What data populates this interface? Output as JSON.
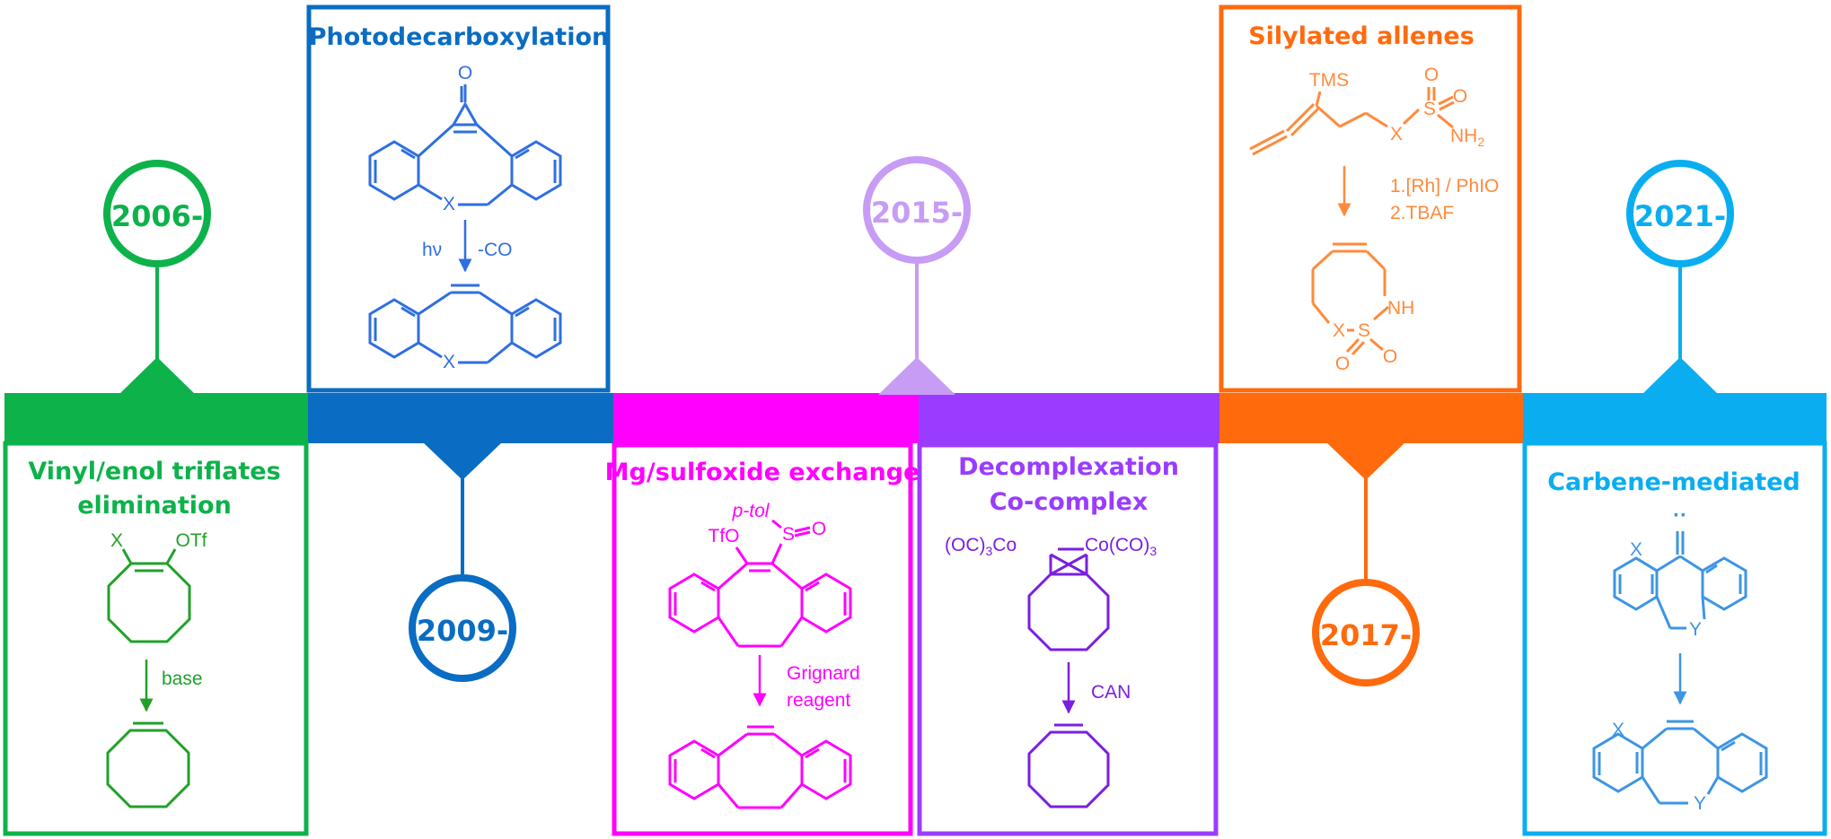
{
  "colors": {
    "green": "#0db24a",
    "green_struct": "#22a02a",
    "blue": "#0a6cc2",
    "blue_struct": "#2f6fe0",
    "lavender": "#c79cf5",
    "magenta": "#ff00ff",
    "purple": "#9a3cff",
    "purple_struct": "#7a1fe0",
    "orange": "#ff6a0d",
    "orange_struct": "#ff8a3c",
    "sky": "#0aaef0",
    "sky_struct": "#3d95e5"
  },
  "years": [
    "2006-",
    "2009-",
    "2015-",
    "2017-",
    "2021-"
  ],
  "panels": {
    "vinyl": {
      "title_line1": "Vinyl/enol triflates",
      "title_line2": "elimination",
      "label_x": "X",
      "label_otf": "OTf",
      "reagent": "base"
    },
    "photo": {
      "title": "Photodecarboxylation",
      "label_o": "O",
      "label_x1": "X",
      "label_x2": "X",
      "reagent_left": "hν",
      "reagent_right": "-CO"
    },
    "mg": {
      "title": "Mg/sulfoxide exchange",
      "label_ptol": "p-tol",
      "label_tfo": "TfO",
      "label_s": "S",
      "label_o": "O",
      "reagent_line1": "Grignard",
      "reagent_line2": "reagent"
    },
    "decomp": {
      "title_line1": "Decomplexation",
      "title_line2": "Co-complex",
      "label_left": "(OC)",
      "label_left_sub": "3",
      "label_left_co": "Co",
      "label_right_co": "Co(CO)",
      "label_right_sub": "3",
      "reagent": "CAN"
    },
    "silyl": {
      "title": "Silylated allenes",
      "label_tms": "TMS",
      "label_x": "X",
      "label_s": "S",
      "label_o1": "O",
      "label_o2": "O",
      "label_nh2": "NH",
      "label_nh2_sub": "2",
      "reagent_line1": "1.[Rh] / PhIO",
      "reagent_line2": "2.TBAF",
      "label_x2": "X",
      "label_s2": "S",
      "label_nh": "NH",
      "label_o3": "O",
      "label_o4": "O"
    },
    "carbene": {
      "title": "Carbene-mediated",
      "label_dots": "··",
      "label_x1": "X",
      "label_y1": "Y",
      "label_x2": "X",
      "label_y2": "Y"
    }
  }
}
